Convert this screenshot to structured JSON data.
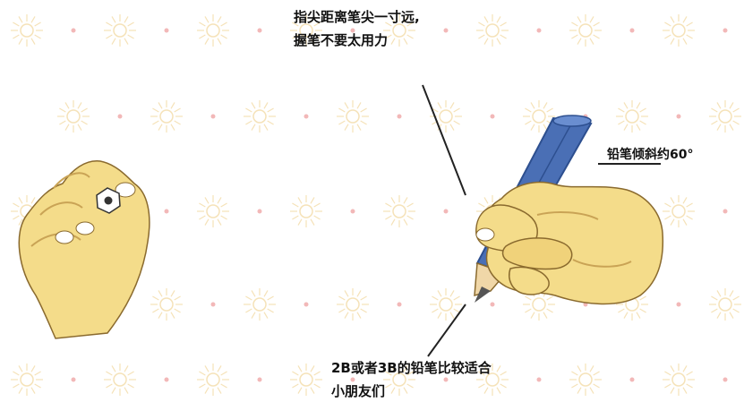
{
  "labels": {
    "fingertip_line1": "指尖距离笔尖一寸远,",
    "fingertip_line2": "握笔不要太用力",
    "pencil_angle": "铅笔倾斜约60°",
    "pencil_grade_line1": "2B或者3B的铅笔比较适合",
    "pencil_grade_line2": "小朋友们"
  },
  "colors": {
    "skin": "#f4dc8a",
    "skin_shadow": "#d9b664",
    "pencil_blue": "#4a6fb5",
    "pencil_dark": "#2d4f8f",
    "pencil_wood": "#f0d7a8",
    "pattern_sun": "#f5e2b8",
    "pattern_dot": "#f2b8b8"
  }
}
